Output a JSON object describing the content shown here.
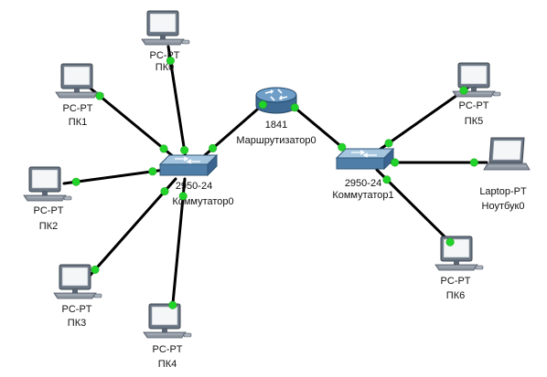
{
  "colors": {
    "background": "#ffffff",
    "link": "#000000",
    "port_up": "#22d42a",
    "device_body": "#4f7fa8",
    "monitor_frame": "#6b7684",
    "screen": "#f4f6f8"
  },
  "devices": {
    "pc0": {
      "icon": "desktop-pc-icon",
      "model": "PC-PT",
      "name": "ПК0"
    },
    "pc1": {
      "icon": "desktop-pc-icon",
      "model": "PC-PT",
      "name": "ПК1"
    },
    "pc2": {
      "icon": "desktop-pc-icon",
      "model": "PC-PT",
      "name": "ПК2"
    },
    "pc3": {
      "icon": "desktop-pc-icon",
      "model": "PC-PT",
      "name": "ПК3"
    },
    "pc4": {
      "icon": "desktop-pc-icon",
      "model": "PC-PT",
      "name": "ПК4"
    },
    "pc5": {
      "icon": "desktop-pc-icon",
      "model": "PC-PT",
      "name": "ПК5"
    },
    "pc6": {
      "icon": "desktop-pc-icon",
      "model": "PC-PT",
      "name": "ПК6"
    },
    "laptop0": {
      "icon": "laptop-icon",
      "model": "Laptop-PT",
      "name": "Ноутбук0"
    },
    "router0": {
      "icon": "router-icon",
      "model": "1841",
      "name": "Маршрутизатор0"
    },
    "switch0": {
      "icon": "switch-icon",
      "model": "2950-24",
      "name": "Коммутатор0"
    },
    "switch1": {
      "icon": "switch-icon",
      "model": "2950-24",
      "name": "Коммутатор1"
    }
  },
  "links": [
    {
      "from": "pc0",
      "to": "switch0"
    },
    {
      "from": "pc1",
      "to": "switch0"
    },
    {
      "from": "pc2",
      "to": "switch0"
    },
    {
      "from": "pc3",
      "to": "switch0"
    },
    {
      "from": "pc4",
      "to": "switch0"
    },
    {
      "from": "router0",
      "to": "switch0"
    },
    {
      "from": "router0",
      "to": "switch1"
    },
    {
      "from": "pc5",
      "to": "switch1"
    },
    {
      "from": "laptop0",
      "to": "switch1"
    },
    {
      "from": "pc6",
      "to": "switch1"
    }
  ]
}
